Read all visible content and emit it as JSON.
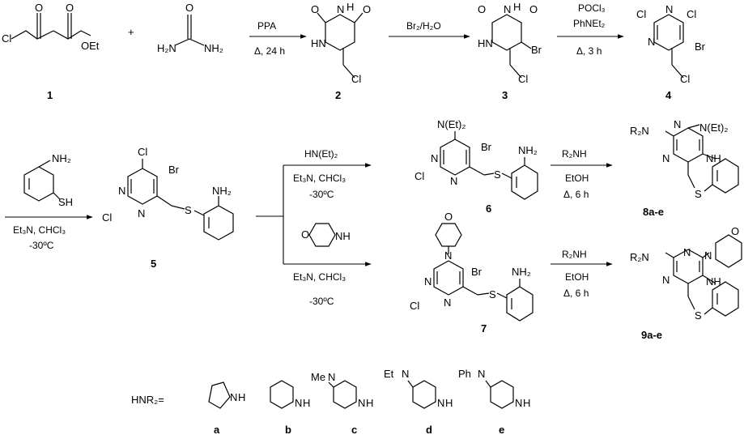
{
  "compounds": {
    "c1": {
      "number": "1",
      "atoms": [
        "Cl",
        "O",
        "O",
        "OEt"
      ]
    },
    "urea": {
      "atoms": [
        "O",
        "H₂N",
        "NH₂"
      ]
    },
    "c2": {
      "number": "2",
      "atoms": [
        "O",
        "N",
        "H",
        "O",
        "HN",
        "Cl"
      ]
    },
    "c3": {
      "number": "3",
      "atoms": [
        "O",
        "N",
        "H",
        "O",
        "HN",
        "Br",
        "Cl"
      ]
    },
    "c4": {
      "number": "4",
      "atoms": [
        "Cl",
        "N",
        "Cl",
        "N",
        "Br",
        "Cl"
      ]
    },
    "aminothiophenol": {
      "atoms": [
        "NH₂",
        "SH"
      ]
    },
    "c5": {
      "number": "5",
      "atoms": [
        "Cl",
        "N",
        "Br",
        "Cl",
        "N",
        "S",
        "NH₂"
      ]
    },
    "c6": {
      "number": "6",
      "atoms": [
        "N(Et)₂",
        "N",
        "Br",
        "Cl",
        "N",
        "S",
        "NH₂"
      ]
    },
    "morpholine_reagent": {
      "atoms": [
        "O",
        "NH"
      ]
    },
    "c7": {
      "number": "7",
      "atoms": [
        "O",
        "N",
        "N",
        "Br",
        "Cl",
        "N",
        "S",
        "NH₂"
      ]
    },
    "c8": {
      "number": "8a-e",
      "atoms": [
        "R₂N",
        "N",
        "N(Et)₂",
        "N",
        "NH",
        "S"
      ]
    },
    "c9": {
      "number": "9a-e",
      "atoms": [
        "R₂N",
        "N",
        "N",
        "O",
        "N",
        "NH",
        "S"
      ]
    }
  },
  "conditions": {
    "s1": {
      "above": "PPA",
      "below": "Δ, 24 h"
    },
    "s2": {
      "above": "Br₂/H₂O"
    },
    "s3": {
      "above1": "POCl₃",
      "above2": "PhNEt₂",
      "below": "Δ, 3 h"
    },
    "s4": {
      "below1": "Et₃N, CHCl₃",
      "below2": "-30ºC"
    },
    "s5": {
      "above": "HN(Et)₂",
      "below1": "Et₃N, CHCl₃",
      "below2": "-30ºC"
    },
    "s6": {
      "below1": "Et₃N, CHCl₃",
      "below2": "-30ºC"
    },
    "s7": {
      "above": "R₂NH",
      "below1": "EtOH",
      "below2": "Δ, 6 h"
    },
    "s8": {
      "above": "R₂NH",
      "below1": "EtOH",
      "below2": "Δ, 6 h"
    }
  },
  "plus_sign": "+",
  "amines": {
    "label": "HNR₂=",
    "items": [
      {
        "letter": "a",
        "atoms": [
          "N",
          "H"
        ]
      },
      {
        "letter": "b",
        "atoms": [
          "N",
          "H"
        ]
      },
      {
        "letter": "c",
        "atoms": [
          "Me",
          "N",
          "N",
          "H"
        ]
      },
      {
        "letter": "d",
        "atoms": [
          "Et",
          "N",
          "N",
          "H"
        ]
      },
      {
        "letter": "e",
        "atoms": [
          "Ph",
          "N",
          "N",
          "H"
        ]
      }
    ]
  }
}
